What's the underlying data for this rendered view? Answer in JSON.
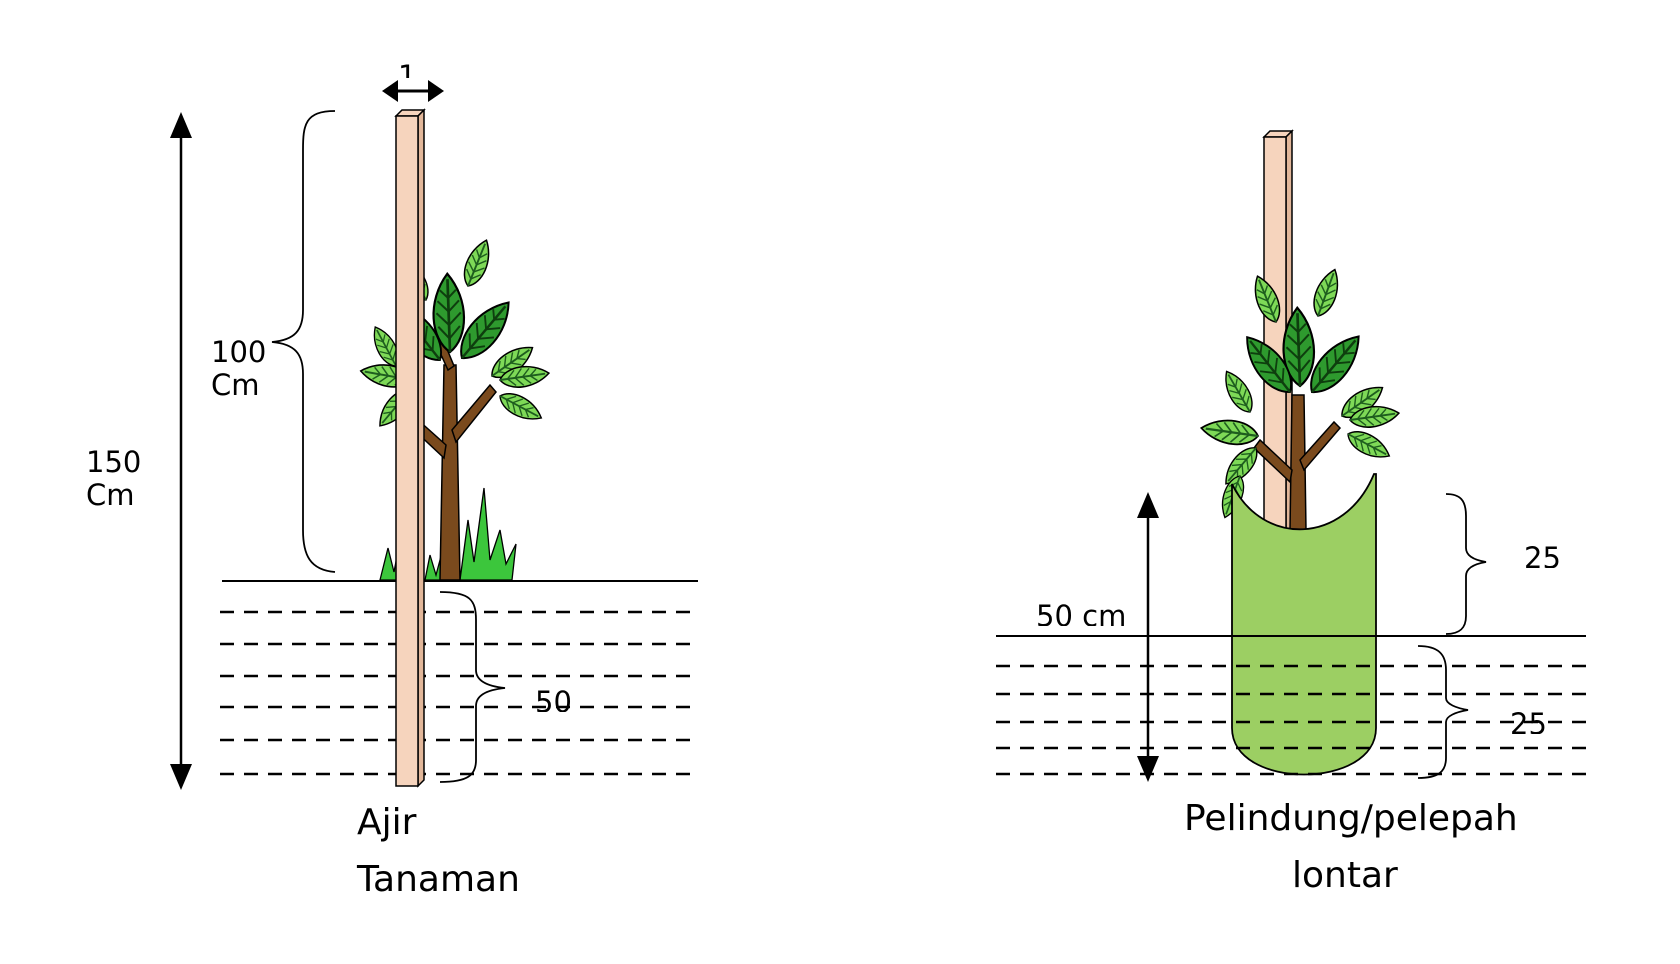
{
  "left_figure": {
    "caption_line1": "Ajir",
    "caption_line2": "Tanaman",
    "dim_total_value": "150",
    "dim_total_unit": "Cm",
    "dim_above_value": "100",
    "dim_above_unit": "Cm",
    "dim_below_value": "50",
    "dim_width_value": "1"
  },
  "right_figure": {
    "caption_line1": "Pelindung/pelepah",
    "caption_line2": "lontar",
    "dim_total": "50 cm",
    "dim_above": "25",
    "dim_below": "25"
  },
  "colors": {
    "stake_fill": "#f6d4bd",
    "protector_fill": "#9ccf63",
    "leaf_light": "#7ed957",
    "leaf_dark": "#1e7b1e",
    "trunk": "#7a4a1d",
    "grass": "#3cc63c",
    "outline": "#000000"
  }
}
